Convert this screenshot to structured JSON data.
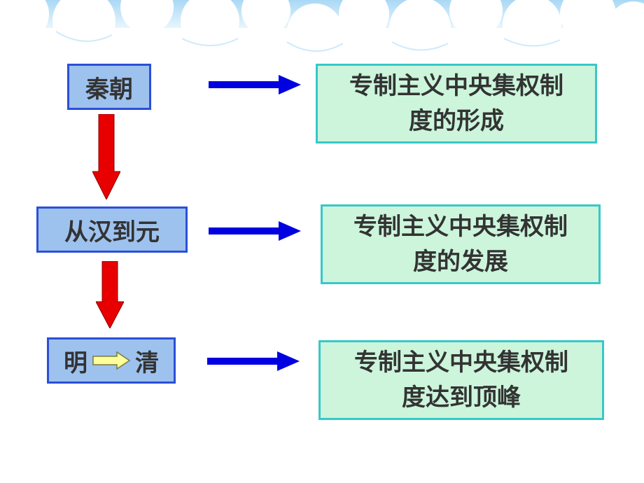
{
  "colors": {
    "period_fill": "#9ec2ee",
    "period_border": "#2b4fd8",
    "desc_fill": "#ccf5dc",
    "desc_border": "#38c8c8",
    "down_arrow": "#e80000",
    "right_arrow": "#0000e0",
    "small_arrow": "#ffff99",
    "text": "#333333"
  },
  "periods": {
    "qin": "秦朝",
    "han_yuan": "从汉到元",
    "ming": "明",
    "qing": "清"
  },
  "descriptions": [
    {
      "line1": "专制主义中央集权制",
      "line2": "度的形成"
    },
    {
      "line1": "专制主义中央集权制",
      "line2": "度的发展"
    },
    {
      "line1": "专制主义中央集权制",
      "line2": "度达到顶峰"
    }
  ]
}
